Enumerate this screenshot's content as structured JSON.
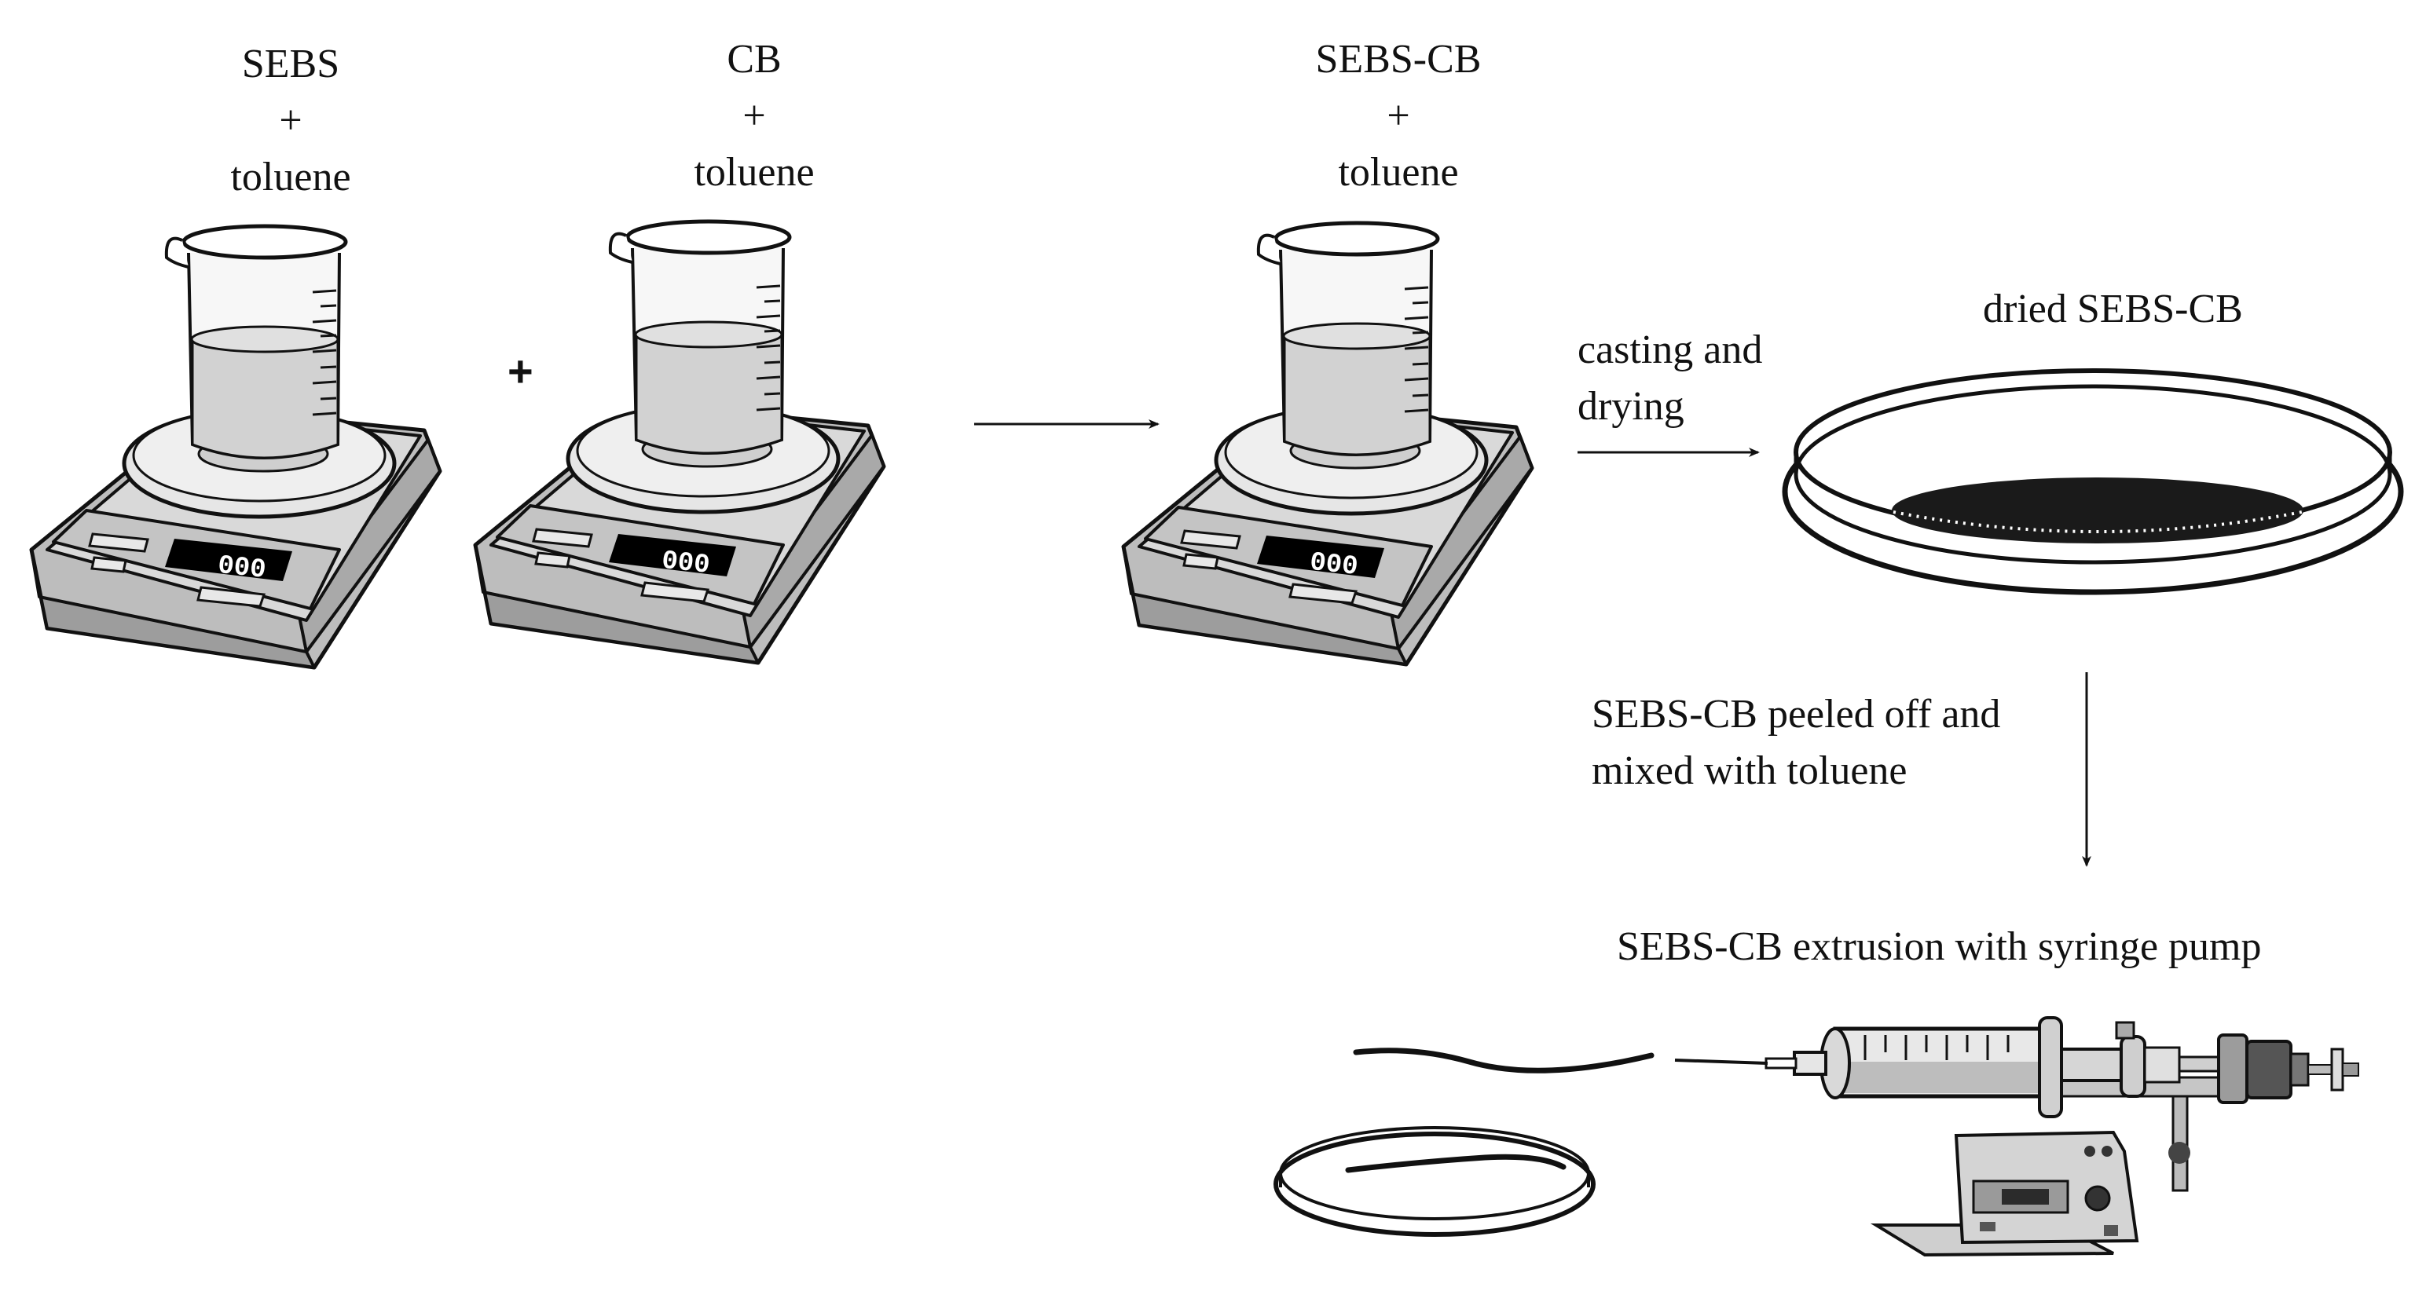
{
  "labels": {
    "sebs": [
      "SEBS",
      "+",
      "toluene"
    ],
    "cb": [
      "CB",
      "+",
      "toluene"
    ],
    "sebs_cb": [
      "SEBS-CB",
      "+",
      "toluene"
    ],
    "plus": "+",
    "casting": [
      "casting and",
      "drying"
    ],
    "dried": "dried SEBS-CB",
    "peeled": [
      "SEBS-CB peeled off and",
      "mixed with toluene"
    ],
    "extrusion": "SEBS-CB extrusion with syringe pump"
  },
  "scale_display": "000",
  "colors": {
    "line": "#111111",
    "liquid": "#d6d6d6",
    "scale_body": "#cfcfcf",
    "scale_top": "#e3e3e3",
    "display": "#000000",
    "film": "#1a1a1a",
    "pump_body": "#bdbdbd",
    "motor": "#555555"
  }
}
